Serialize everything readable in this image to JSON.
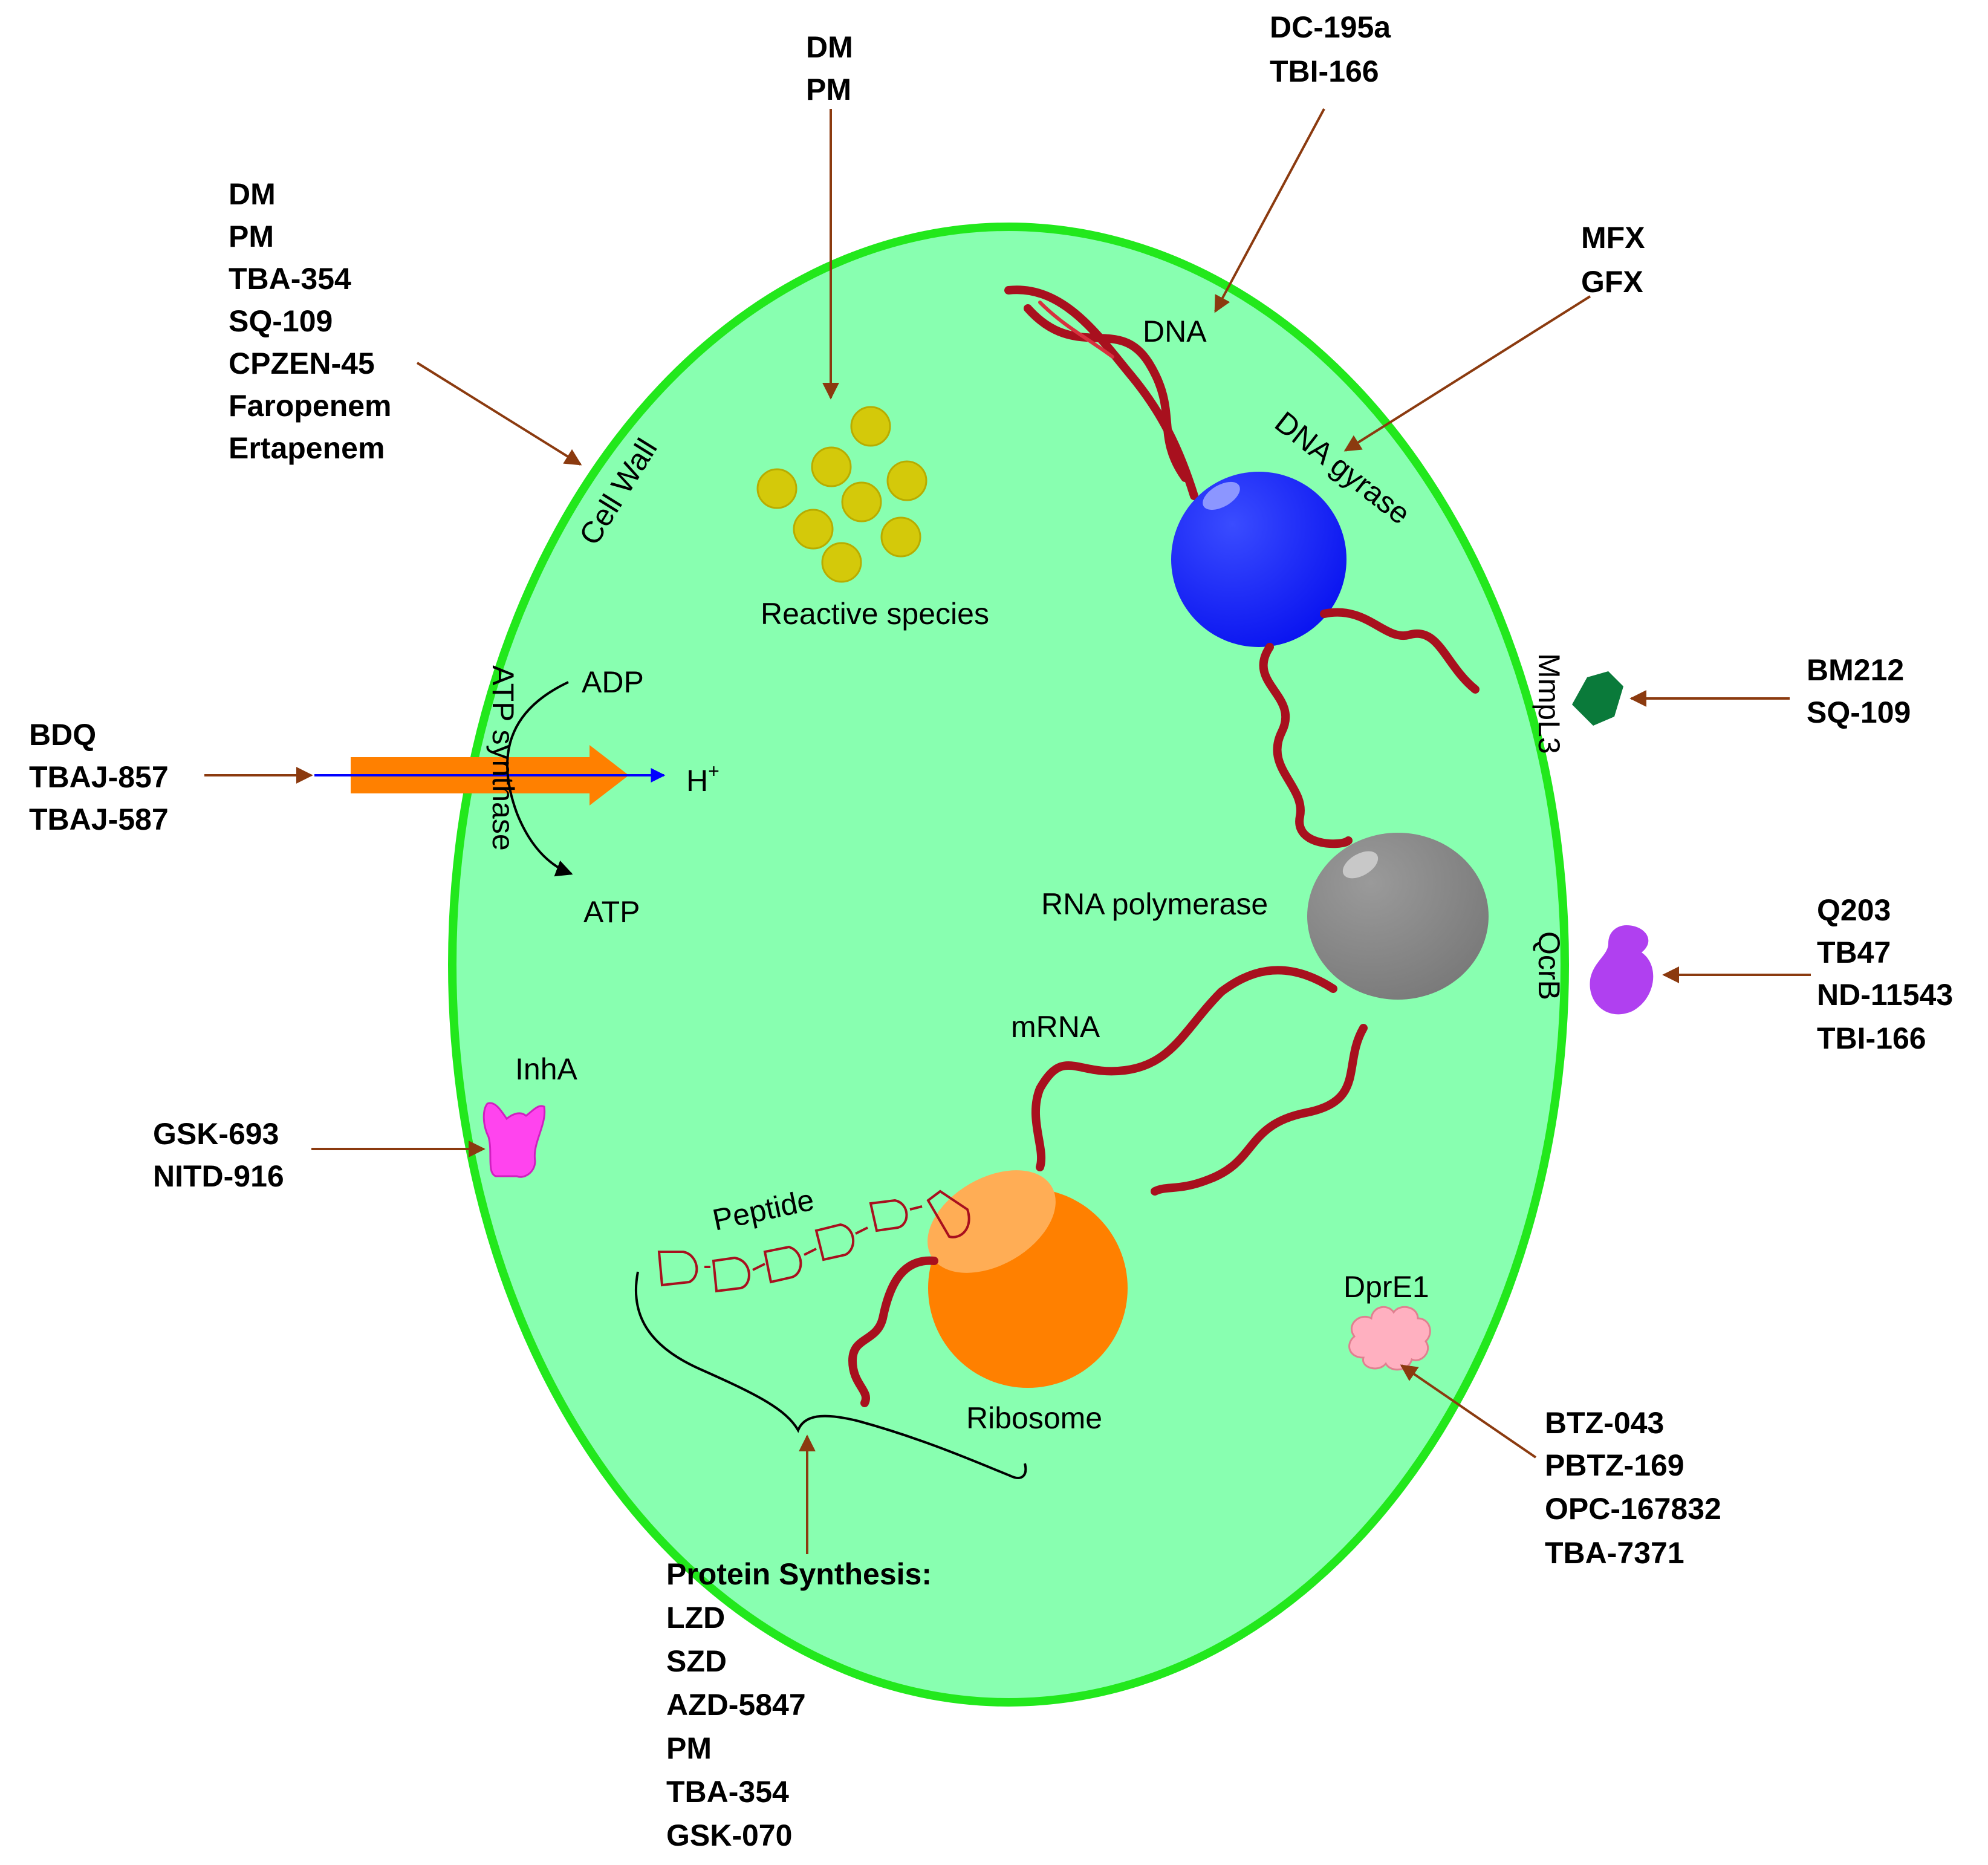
{
  "colors": {
    "cell_fill": "#88ffb0",
    "cell_wall": "#22e81c",
    "drug_arrow": "#8b3a0f",
    "dna": "#a8101e",
    "dna_gyrase": "#0a14f0",
    "rna_polymerase": "#808080",
    "ribosome": "#ff8000",
    "ribosome_cap": "#ffad55",
    "reactive_species": "#d4c90a",
    "mmpl3": "#0a7a3a",
    "qcrb": "#b040f0",
    "inha": "#ff44ee",
    "dpre1": "#ffb0c0",
    "atp_arrow": "#ff8000",
    "proton_line": "#0000ff"
  },
  "labels": {
    "cell_wall": "Cell Wall",
    "reactive_species": "Reactive species",
    "dna": "DNA",
    "dna_gyrase": "DNA gyrase",
    "mmpl3": "MmpL3",
    "qcrb": "QcrB",
    "atp_synthase": "ATP synthase",
    "adp": "ADP",
    "atp": "ATP",
    "proton": "H",
    "proton_charge": "+",
    "rna_polymerase": "RNA polymerase",
    "mrna": "mRNA",
    "inha": "InhA",
    "peptide": "Peptide",
    "ribosome": "Ribosome",
    "dpre1": "DprE1"
  },
  "drug_groups": {
    "cell_wall": [
      "DM",
      "PM",
      "TBA-354",
      "SQ-109",
      "CPZEN-45",
      "Faropenem",
      "Ertapenem"
    ],
    "reactive_species": [
      "DM",
      "PM"
    ],
    "dna": [
      "DC-195a",
      "TBI-166"
    ],
    "dna_gyrase": [
      "MFX",
      "GFX"
    ],
    "mmpl3": [
      "BM212",
      "SQ-109"
    ],
    "atp_synthase": [
      "BDQ",
      "TBAJ-857",
      "TBAJ-587"
    ],
    "qcrb": [
      "Q203",
      "TB47",
      "ND-11543",
      "TBI-166"
    ],
    "inha": [
      "GSK-693",
      "NITD-916"
    ],
    "dpre1": [
      "BTZ-043",
      "PBTZ-169",
      "OPC-167832",
      "TBA-7371"
    ],
    "protein_synthesis_title": "Protein Synthesis:",
    "protein_synthesis": [
      "LZD",
      "SZD",
      "AZD-5847",
      "PM",
      "TBA-354",
      "GSK-070"
    ]
  }
}
